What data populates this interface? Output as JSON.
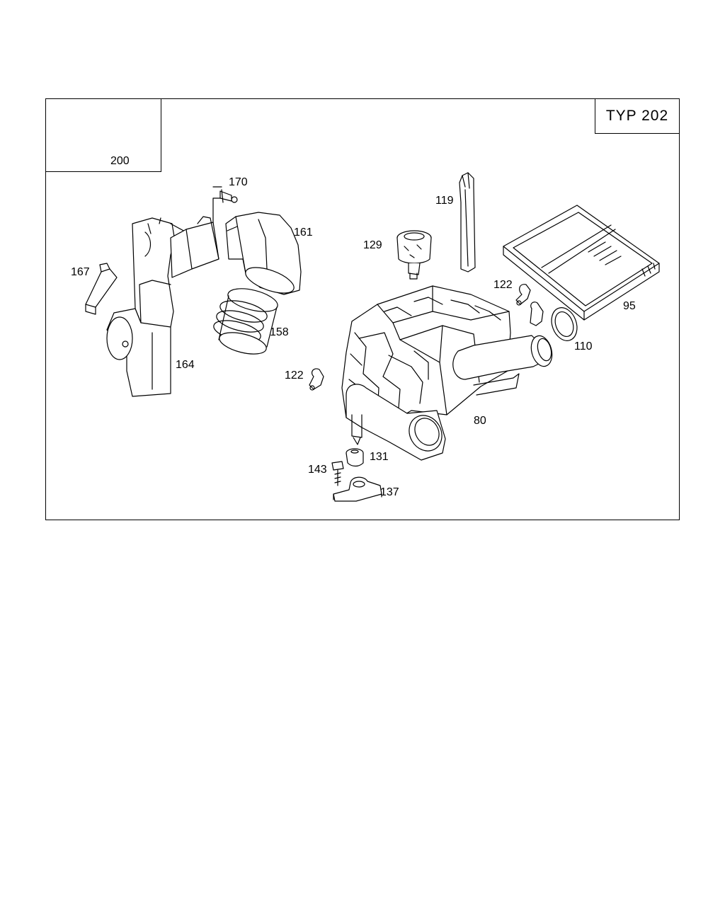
{
  "type_label": "TYP 202",
  "callouts": [
    {
      "id": "200",
      "text": "200"
    },
    {
      "id": "170",
      "text": "170"
    },
    {
      "id": "161",
      "text": "161"
    },
    {
      "id": "167",
      "text": "167"
    },
    {
      "id": "158",
      "text": "158"
    },
    {
      "id": "164",
      "text": "164"
    },
    {
      "id": "119",
      "text": "119"
    },
    {
      "id": "129",
      "text": "129"
    },
    {
      "id": "122a",
      "text": "122"
    },
    {
      "id": "95",
      "text": "95"
    },
    {
      "id": "110",
      "text": "110"
    },
    {
      "id": "122b",
      "text": "122"
    },
    {
      "id": "80",
      "text": "80"
    },
    {
      "id": "131",
      "text": "131"
    },
    {
      "id": "143",
      "text": "143"
    },
    {
      "id": "137",
      "text": "137"
    }
  ]
}
